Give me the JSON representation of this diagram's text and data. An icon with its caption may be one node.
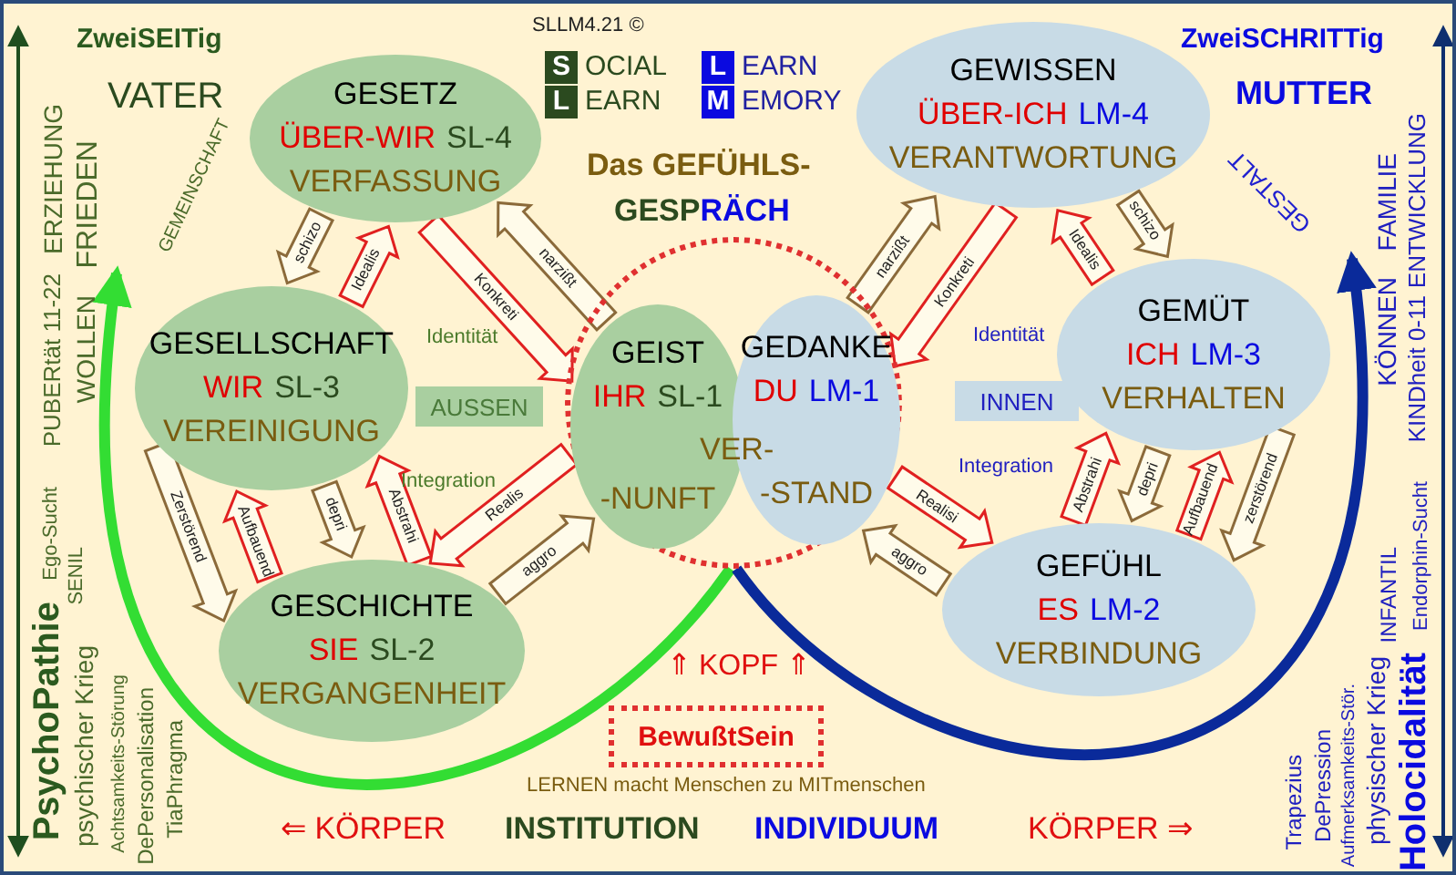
{
  "diagram": {
    "nodes": [
      {
        "text": [
          "GESETZ",
          "ÜBER-WIR",
          "SL-4",
          "VERFASSUNG"
        ]
      },
      {
        "text": [
          "GEWISSEN",
          "ÜBER-ICH",
          "LM-4",
          "VERANTWORTUNG"
        ]
      },
      {
        "text": [
          "GESELLSCHAFT",
          "WIR",
          "SL-3",
          "VEREINIGUNG"
        ]
      },
      {
        "text": [
          "GEMÜT",
          "ICH",
          "LM-3",
          "VERHALTEN"
        ]
      },
      {
        "text": [],
        "shape": "circle"
      },
      {
        "text": [
          "GEIST",
          "IHR",
          "SL-1",
          "-NUNFT"
        ],
        "in": 4
      },
      {
        "text": [
          "GEDANKE",
          "DU",
          "LM-1",
          "-STAND"
        ],
        "in": 4
      },
      {
        "text": [
          "AUSSEN"
        ]
      },
      {
        "text": [
          "INNEN"
        ]
      },
      {
        "text": [
          "GESCHICHTE",
          "SIE",
          "SL-2",
          "VERGANGENHEIT"
        ]
      },
      {
        "text": [
          "GEFÜHL",
          "ES",
          "LM-2",
          "VERBINDUNG"
        ]
      },
      {
        "text": [
          "BewußtSein"
        ]
      },
      {
        "text": [
          "GEMEINSCHAFT"
        ]
      },
      {
        "text": [
          "GESTALT"
        ]
      }
    ],
    "edges": [
      {
        "from": 0,
        "to": 2,
        "arrow": "to",
        "label": "schizo"
      },
      {
        "from": 2,
        "to": 0,
        "arrow": "to",
        "label": "Idealis",
        "color": "#e02020"
      },
      {
        "from": 5,
        "to": 0,
        "arrow": "to",
        "label": "narzißt"
      },
      {
        "from": 0,
        "to": 5,
        "arrow": "to",
        "label": "Konkreti",
        "color": "#e02020"
      },
      {
        "from": 6,
        "to": 1,
        "arrow": "to",
        "label": "narzißt"
      },
      {
        "from": 1,
        "to": 6,
        "arrow": "to",
        "label": "Konkreti",
        "color": "#e02020"
      },
      {
        "from": 3,
        "to": 1,
        "arrow": "to",
        "label": "Idealis",
        "color": "#e02020"
      },
      {
        "from": 1,
        "to": 3,
        "arrow": "to",
        "label": "schizo"
      },
      {
        "from": 2,
        "to": 9,
        "arrow": "to",
        "label": "depri"
      },
      {
        "from": 9,
        "to": 2,
        "arrow": "to",
        "label": "Abstrahi",
        "color": "#e02020"
      },
      {
        "from": 9,
        "to": 2,
        "arrow": "to",
        "label": "Aufbauend",
        "color": "#e02020"
      },
      {
        "from": 2,
        "to": 9,
        "arrow": "to",
        "label": "Zerstörend"
      },
      {
        "from": 5,
        "to": 9,
        "arrow": "to",
        "label": "Realis",
        "color": "#e02020"
      },
      {
        "from": 9,
        "to": 5,
        "arrow": "to",
        "label": "aggro"
      },
      {
        "from": 6,
        "to": 10,
        "arrow": "to",
        "label": "Realisi",
        "color": "#e02020"
      },
      {
        "from": 10,
        "to": 6,
        "arrow": "to",
        "label": "aggro"
      },
      {
        "from": 10,
        "to": 3,
        "arrow": "to",
        "label": "Abstrahi",
        "color": "#e02020"
      },
      {
        "from": 3,
        "to": 10,
        "arrow": "to",
        "label": "depri"
      },
      {
        "from": 10,
        "to": 3,
        "arrow": "to",
        "label": "Aufbauend",
        "color": "#e02020"
      },
      {
        "from": 3,
        "to": 10,
        "arrow": "to",
        "label": "zerstörend"
      },
      {
        "from": 4,
        "to": 12,
        "arrow": "to",
        "color": "#33dd33"
      },
      {
        "from": 4,
        "to": 13,
        "arrow": "to",
        "color": "#0a2a9a"
      }
    ],
    "labels": [
      "SLLM4.21 ©",
      "ZweiSEITig",
      "S",
      "OCIAL",
      "L",
      "EARN",
      "L",
      "EARN",
      "M",
      "EMORY",
      "ZweiSCHRITTig",
      "VATER",
      "MUTTER",
      "Das GEFÜHLS-",
      "GESP",
      "RÄCH",
      "Identität",
      "Identität",
      "Integration",
      "VER-",
      "Integration",
      "⇑ KOPF ⇑",
      "LERNEN macht Menschen zu MITmenschen",
      "⇐ KÖRPER",
      "INSTITUTION",
      "INDIVIDUUM",
      "KÖRPER ⇒",
      "ERZIEHUNG",
      "FRIEDEN",
      "PUBERtät 11-22",
      "WOLLEN",
      "Ego-Sucht",
      "SENIL",
      "PsychoPathie",
      "psychischer Krieg",
      "Achtsamkeits-Störung",
      "DePersonalisation",
      "TiaPhragma",
      "FAMILIE",
      "KÖNNEN",
      "ENTWICKLUNG",
      "KINDheit 0-11",
      "INFANTIL",
      "Endorphin-Sucht",
      "Trapezius",
      "DePression",
      "Aufmerksamkeits-Stör.",
      "physischer Krieg",
      "Holocidalität"
    ]
  }
}
